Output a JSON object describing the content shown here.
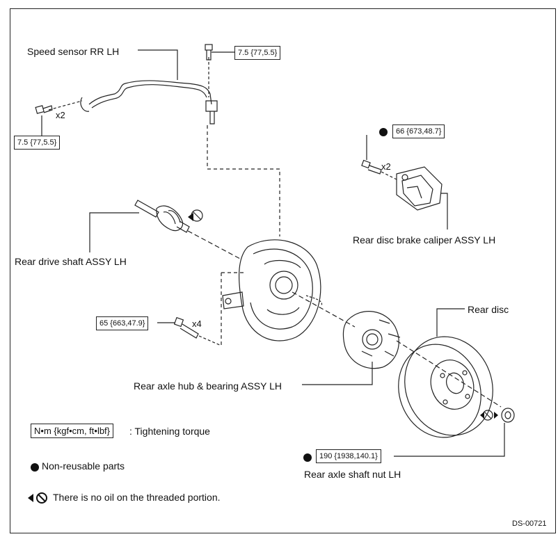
{
  "labels": {
    "speed_sensor": "Speed sensor RR LH",
    "drive_shaft": "Rear drive shaft ASSY LH",
    "caliper": "Rear disc brake caliper ASSY LH",
    "rear_disc": "Rear disc",
    "hub_bearing": "Rear axle hub & bearing ASSY LH",
    "axle_nut": "Rear axle shaft nut LH"
  },
  "torques": {
    "sensor_top": "7.5 {77,5.5}",
    "sensor_left": "7.5 {77,5.5}",
    "caliper": "66 {673,48.7}",
    "hub": "65 {663,47.9}",
    "nut": "190 {1938,140.1}"
  },
  "quantities": {
    "sensor_bolt": "x2",
    "caliper_bolt": "x2",
    "hub_bolt": "x4"
  },
  "legend": {
    "torque_unit": "N•m {kgf•cm, ft•lbf}",
    "torque_text": ": Tightening torque",
    "nonreusable_text": "Non-reusable parts",
    "no_oil_text": "There is no oil on the threaded portion."
  },
  "figure_code": "DS-00721",
  "icons": [
    "non-reusable-dot-icon",
    "no-oil-icon",
    "bolt-icon"
  ]
}
